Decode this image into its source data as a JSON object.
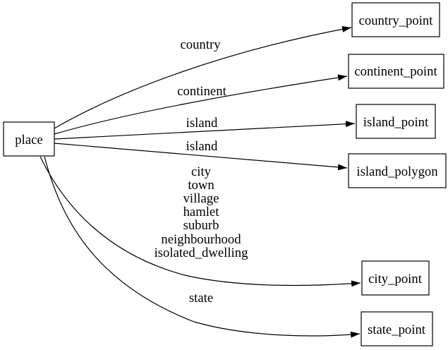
{
  "diagram": {
    "kind": "directed-graph",
    "background_color": "#ffffff",
    "line_color": "#000000",
    "text_color": "#000000",
    "nodes": [
      {
        "id": "place",
        "label": "place"
      },
      {
        "id": "country_point",
        "label": "country_point"
      },
      {
        "id": "continent_point",
        "label": "continent_point"
      },
      {
        "id": "island_point",
        "label": "island_point"
      },
      {
        "id": "island_polygon",
        "label": "island_polygon"
      },
      {
        "id": "city_point",
        "label": "city_point"
      },
      {
        "id": "state_point",
        "label": "state_point"
      }
    ],
    "edges": [
      {
        "from": "place",
        "to": "country_point",
        "label": "country"
      },
      {
        "from": "place",
        "to": "continent_point",
        "label": "continent"
      },
      {
        "from": "place",
        "to": "island_point",
        "label": "island"
      },
      {
        "from": "place",
        "to": "island_polygon",
        "label": "island"
      },
      {
        "from": "place",
        "to": "city_point",
        "label_lines": [
          "city",
          "town",
          "village",
          "hamlet",
          "suburb",
          "neighbourhood",
          "isolated_dwelling"
        ]
      },
      {
        "from": "place",
        "to": "state_point",
        "label": "state"
      }
    ]
  }
}
